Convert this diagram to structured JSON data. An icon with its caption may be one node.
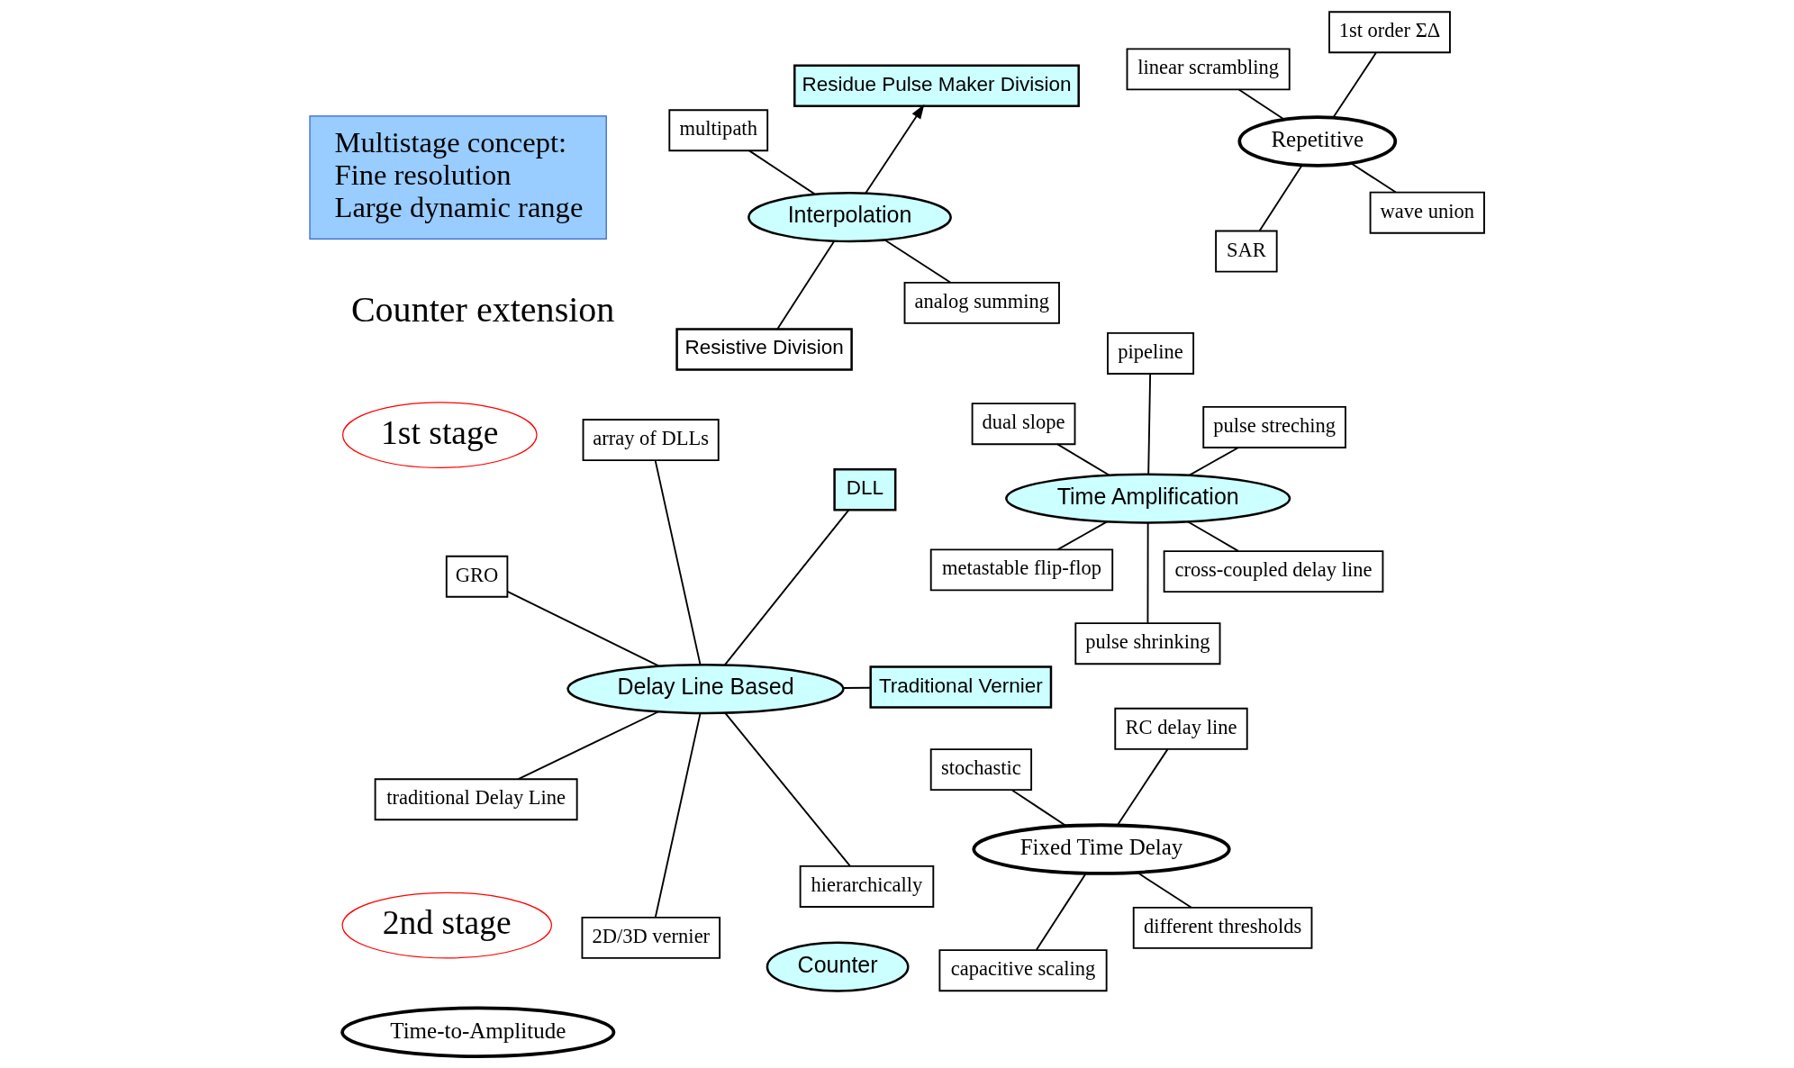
{
  "diagram": {
    "nodes": [
      {
        "text": [
          "Delay Line Based"
        ]
      },
      {
        "text": [
          "Traditional Vernier"
        ]
      },
      {
        "text": [
          "2D/3D vernier"
        ]
      },
      {
        "text": [
          "GRO"
        ]
      },
      {
        "text": [
          "DLL"
        ]
      },
      {
        "text": [
          "array of DLLs"
        ]
      },
      {
        "text": [
          "traditional Delay Line"
        ]
      },
      {
        "text": [
          "hierarchically"
        ]
      },
      {
        "text": [
          "1st stage"
        ]
      },
      {
        "text": [
          "Fixed Time Delay"
        ]
      },
      {
        "text": [
          "different thresholds"
        ]
      },
      {
        "text": [
          "capacitive scaling"
        ]
      },
      {
        "text": [
          "stochastic"
        ]
      },
      {
        "text": [
          "RC delay line"
        ]
      },
      {
        "text": [
          "Counter"
        ]
      },
      {
        "text": [
          "Time Amplification"
        ]
      },
      {
        "text": [
          "cross-coupled delay line"
        ]
      },
      {
        "text": [
          "pulse shrinking"
        ]
      },
      {
        "text": [
          "dual slope"
        ]
      },
      {
        "text": [
          "pulse streching"
        ]
      },
      {
        "text": [
          "pipeline"
        ]
      },
      {
        "text": [
          "metastable flip-flop"
        ]
      },
      {
        "text": [
          "Time-to-Amplitude"
        ]
      },
      {
        "text": [
          "2nd stage"
        ]
      },
      {
        "text": [
          "Interpolation"
        ]
      },
      {
        "text": [
          "analog summing"
        ]
      },
      {
        "text": [
          "Resistive Division"
        ]
      },
      {
        "text": [
          "multipath"
        ]
      },
      {
        "text": [
          "Residue Pulse Maker Division"
        ]
      },
      {
        "text": [
          "Multistage concept:",
          "Fine resolution",
          "Large dynamic range"
        ]
      },
      {
        "text": [
          "Repetitive"
        ]
      },
      {
        "text": [
          "wave union"
        ]
      },
      {
        "text": [
          "SAR"
        ]
      },
      {
        "text": [
          "linear scrambling"
        ]
      },
      {
        "text": [
          "1st order ΣΔ"
        ]
      }
    ],
    "edges": [
      {
        "from": 0,
        "to": 1,
        "arrow": "none"
      },
      {
        "from": 0,
        "to": 2,
        "arrow": "none"
      },
      {
        "from": 0,
        "to": 3,
        "arrow": "none"
      },
      {
        "from": 0,
        "to": 4,
        "arrow": "none"
      },
      {
        "from": 0,
        "to": 5,
        "arrow": "none"
      },
      {
        "from": 0,
        "to": 6,
        "arrow": "none"
      },
      {
        "from": 0,
        "to": 7,
        "arrow": "none"
      },
      {
        "from": 9,
        "to": 10,
        "arrow": "none"
      },
      {
        "from": 9,
        "to": 11,
        "arrow": "none"
      },
      {
        "from": 9,
        "to": 12,
        "arrow": "none"
      },
      {
        "from": 9,
        "to": 13,
        "arrow": "none"
      },
      {
        "from": 15,
        "to": 16,
        "arrow": "none"
      },
      {
        "from": 15,
        "to": 17,
        "arrow": "none"
      },
      {
        "from": 15,
        "to": 18,
        "arrow": "none"
      },
      {
        "from": 15,
        "to": 19,
        "arrow": "none"
      },
      {
        "from": 15,
        "to": 20,
        "arrow": "none"
      },
      {
        "from": 15,
        "to": 21,
        "arrow": "none"
      },
      {
        "from": 24,
        "to": 25,
        "arrow": "none"
      },
      {
        "from": 24,
        "to": 26,
        "arrow": "none"
      },
      {
        "from": 24,
        "to": 27,
        "arrow": "none"
      },
      {
        "from": 24,
        "to": 28,
        "arrow": "to"
      },
      {
        "from": 30,
        "to": 31,
        "arrow": "none"
      },
      {
        "from": 30,
        "to": 32,
        "arrow": "none"
      },
      {
        "from": 30,
        "to": 33,
        "arrow": "none"
      },
      {
        "from": 30,
        "to": 34,
        "arrow": "none"
      }
    ],
    "labels": [
      "Counter extension"
    ]
  }
}
